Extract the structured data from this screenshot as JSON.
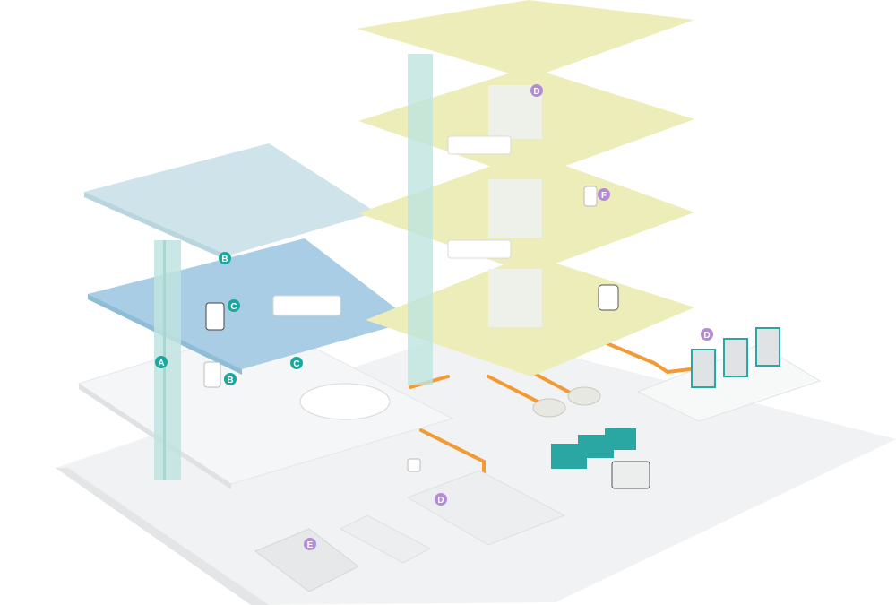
{
  "colors": {
    "background": "#ffffff",
    "ground": "#f1f2f3",
    "ground_shadow": "#e3e5e7",
    "floor_white": "#f4f5f6",
    "floor_light_blue": "#cfe3ea",
    "floor_blue": "#a9cde4",
    "floor_yellow": "#ecedb8",
    "column_teal": "#bfe3df",
    "pipe_orange": "#f39a34",
    "device_teal": "#2aa7a2",
    "badge_teal": "#1aa89e",
    "badge_purple": "#b58ad6",
    "badge_text": "#ffffff"
  },
  "badges": [
    {
      "label": "A",
      "kind": "teal"
    },
    {
      "label": "B",
      "kind": "teal"
    },
    {
      "label": "B",
      "kind": "teal"
    },
    {
      "label": "C",
      "kind": "teal"
    },
    {
      "label": "C",
      "kind": "teal"
    },
    {
      "label": "D",
      "kind": "purple"
    },
    {
      "label": "D",
      "kind": "purple"
    },
    {
      "label": "D",
      "kind": "purple"
    },
    {
      "label": "E",
      "kind": "purple"
    },
    {
      "label": "F",
      "kind": "purple"
    }
  ],
  "icons": {
    "robot": "robot-icon",
    "charger": "charging-station-icon",
    "truck": "delivery-truck-icon",
    "reception": "reception-desk-icon",
    "elevator": "elevator-icon"
  }
}
